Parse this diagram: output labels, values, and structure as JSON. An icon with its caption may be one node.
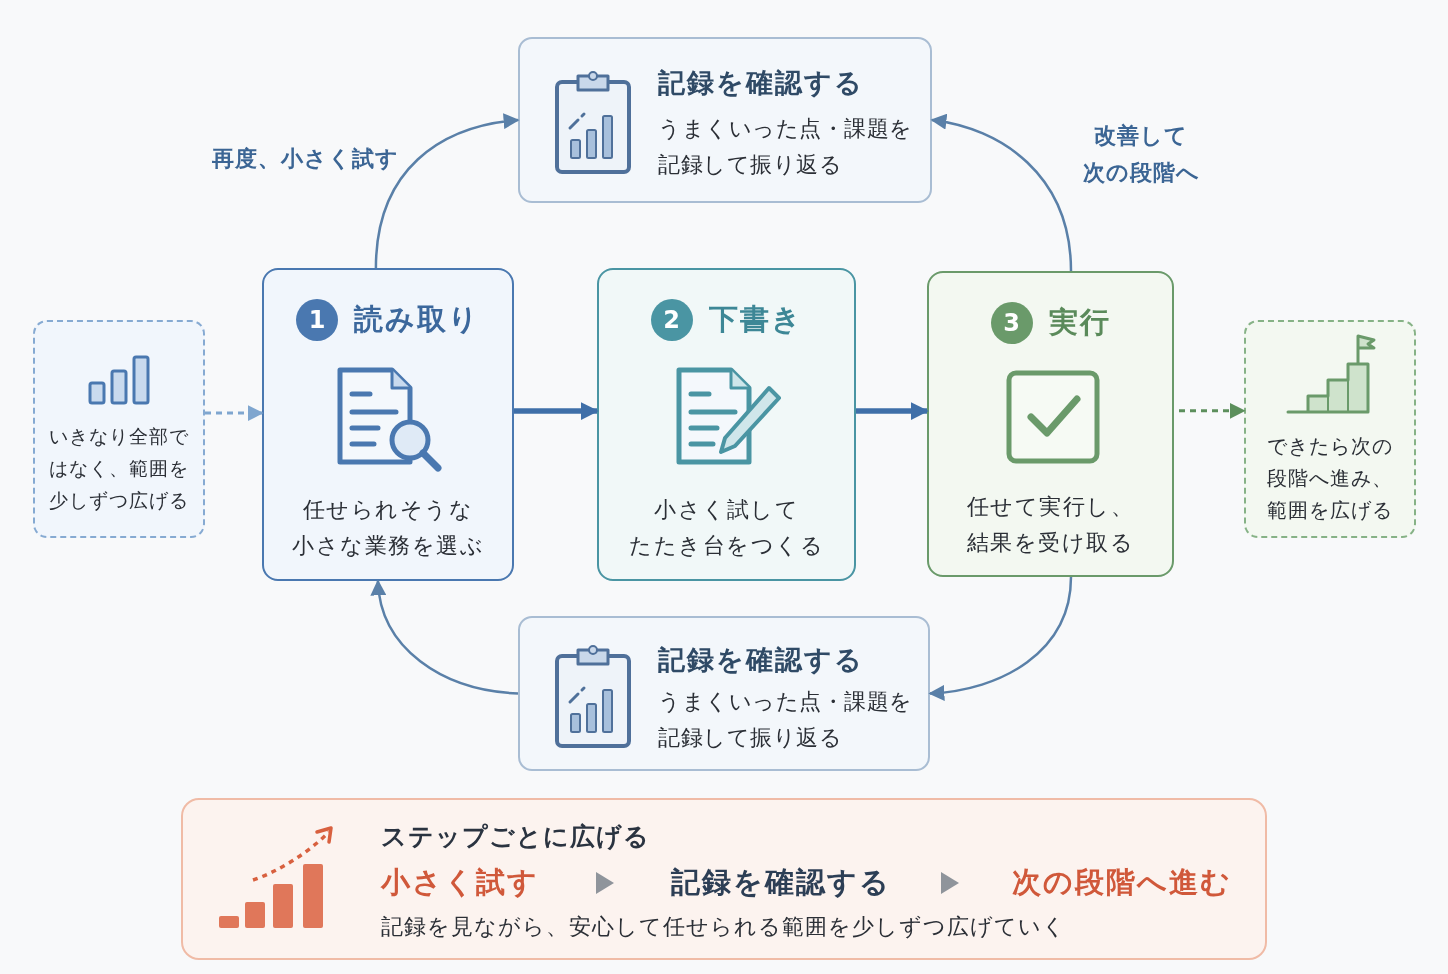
{
  "diagram": {
    "nodes": [
      {
        "text": [
          "いきなり全部ではなく、範囲を少しずつ広げる"
        ]
      },
      {
        "text": [
          "1",
          "読み取り",
          "任せられそうな小さな業務を選ぶ"
        ]
      },
      {
        "text": [
          "2",
          "下書き",
          "小さく試してたたき台をつくる"
        ]
      },
      {
        "text": [
          "3",
          "実行",
          "任せて実行し、結果を受け取る"
        ]
      },
      {
        "text": [
          "できたら次の段階へ進み、範囲を広げる"
        ]
      },
      {
        "text": [
          "記録を確認する",
          "うまくいった点・課題を記録して振り返る"
        ]
      },
      {
        "text": [
          "記録を確認する",
          "うまくいった点・課題を記録して振り返る"
        ]
      },
      {
        "text": [
          "ステップごとに広げる",
          "小さく試す",
          "記録を確認する",
          "次の段階へ進む",
          "記録を見ながら、安心して任せられる範囲を少しずつ広げていく"
        ]
      }
    ],
    "edges": [
      {
        "from": 0,
        "to": 1,
        "arrow": "to",
        "style": "dashed",
        "color": "#7fa6cf"
      },
      {
        "from": 1,
        "to": 2,
        "arrow": "to",
        "style": "thick"
      },
      {
        "from": 2,
        "to": 3,
        "arrow": "to",
        "style": "thick"
      },
      {
        "from": 3,
        "to": 4,
        "arrow": "to",
        "style": "dashed",
        "color": "#5c8f5c"
      },
      {
        "from": 1,
        "to": 5,
        "arrow": "to",
        "label": "再度、小さく試す"
      },
      {
        "from": 3,
        "to": 5,
        "arrow": "to",
        "label": "改善して次の段階へ"
      },
      {
        "from": 3,
        "to": 6,
        "arrow": "to"
      },
      {
        "from": 6,
        "to": 1,
        "arrow": "to"
      }
    ]
  }
}
